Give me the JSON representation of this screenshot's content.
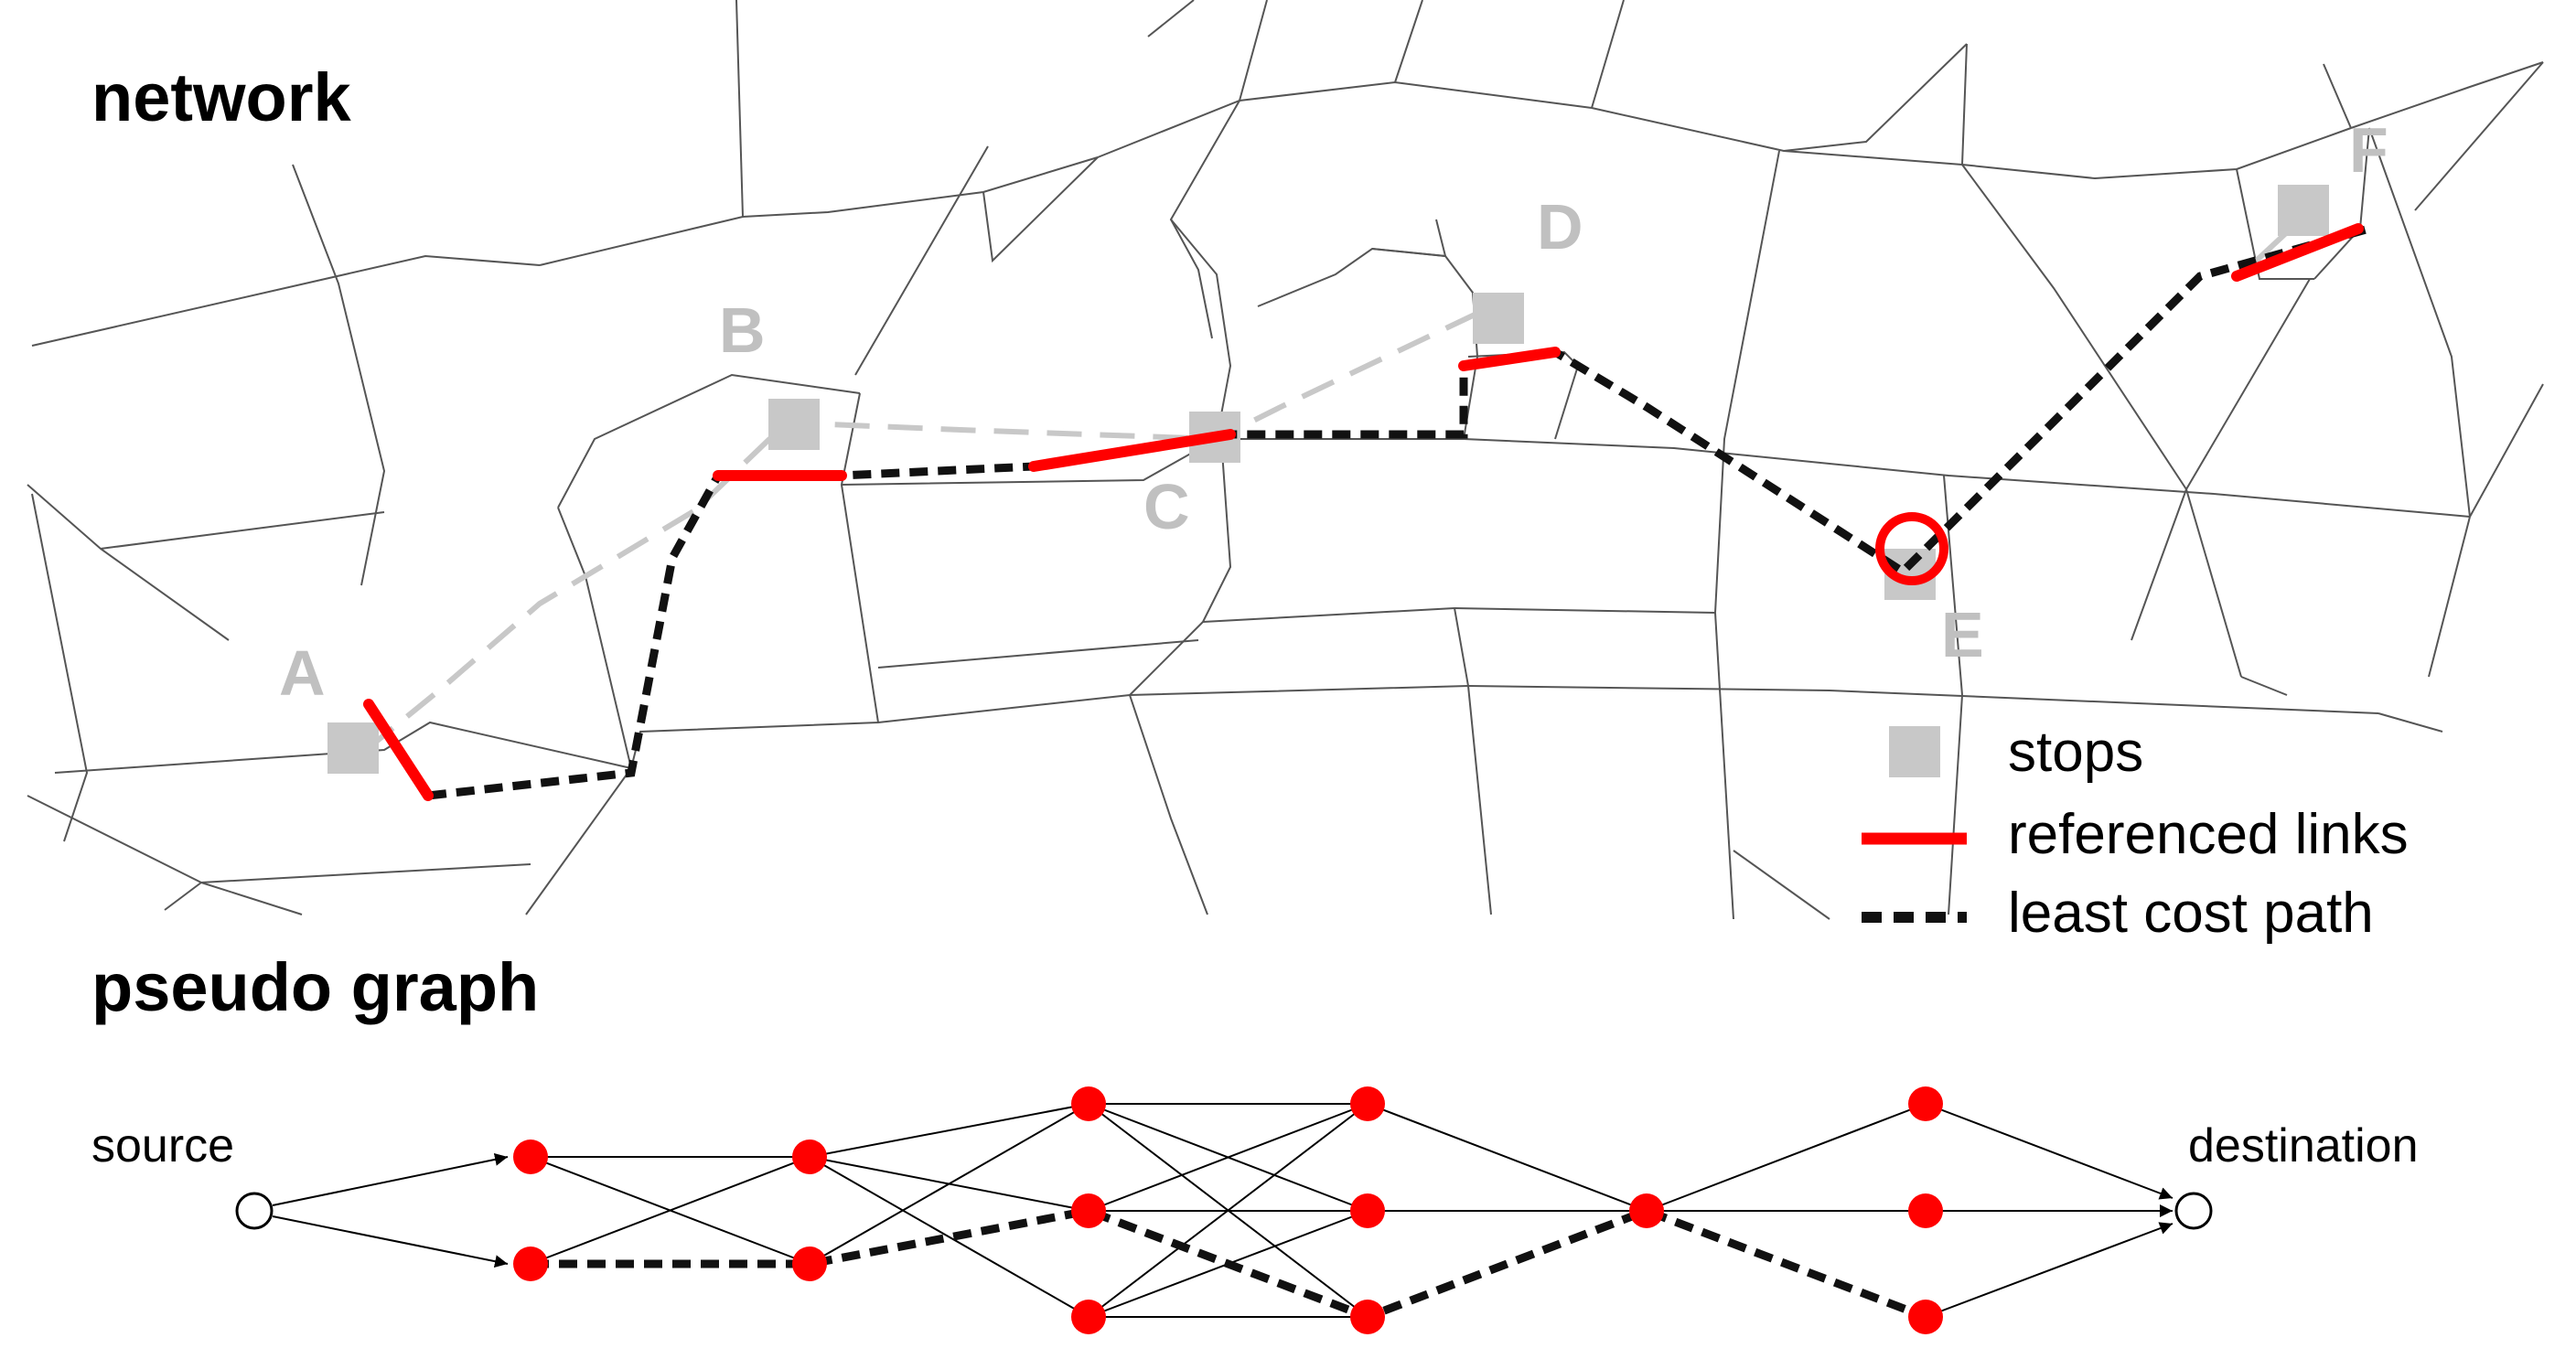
{
  "headings": {
    "network": "network",
    "pseudo_graph": "pseudo graph"
  },
  "stops": [
    {
      "label": "A"
    },
    {
      "label": "B"
    },
    {
      "label": "C"
    },
    {
      "label": "D"
    },
    {
      "label": "E"
    },
    {
      "label": "F"
    }
  ],
  "legend": {
    "stops": "stops",
    "referenced_links": "referenced links",
    "least_cost_path": "least cost path"
  },
  "graph": {
    "source": "source",
    "destination": "destination"
  },
  "colors": {
    "stop": "#c8c8c8",
    "referenced_link": "#ff0000",
    "least_cost_path": "#111111",
    "network_line": "#555555",
    "node": "#ff0000"
  }
}
